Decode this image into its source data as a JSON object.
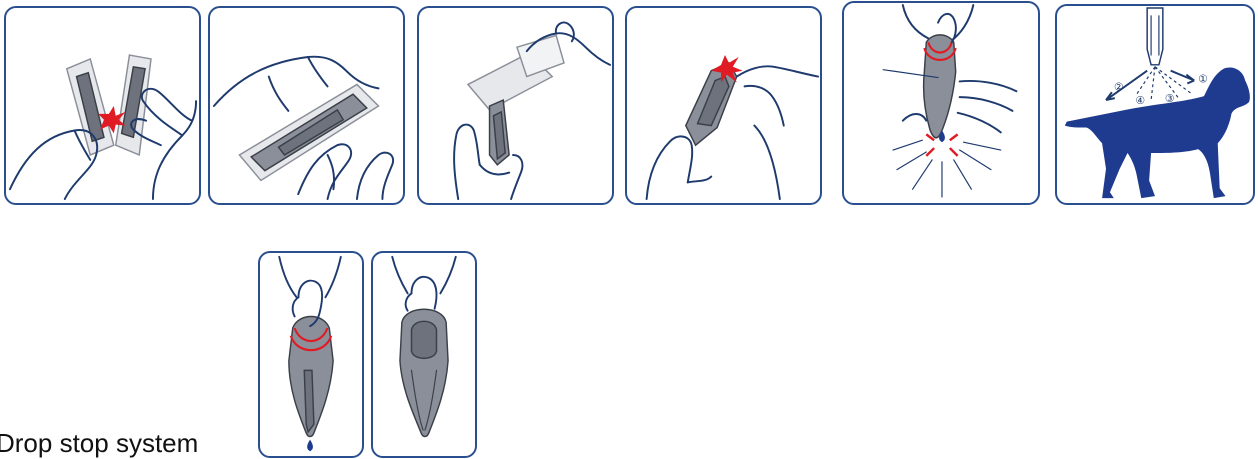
{
  "caption": "Drop stop system",
  "steps": [
    {
      "id": "step-1",
      "illustration": "hands-separating-pipettes-icon"
    },
    {
      "id": "step-2",
      "illustration": "hands-holding-blister-icon"
    },
    {
      "id": "step-3",
      "illustration": "peeling-blister-pack-icon"
    },
    {
      "id": "step-4",
      "illustration": "snapping-pipette-tip-icon"
    },
    {
      "id": "step-5",
      "illustration": "applying-pipette-to-fur-icon"
    },
    {
      "id": "step-6",
      "illustration": "dog-application-spots-icon"
    }
  ],
  "dog_spots": [
    "①",
    "②",
    "③",
    "④"
  ],
  "drop_stop_panels": [
    {
      "id": "drop-stop-squeeze",
      "illustration": "pipette-squeeze-drop-icon"
    },
    {
      "id": "drop-stop-release",
      "illustration": "pipette-release-icon"
    }
  ],
  "colors": {
    "border": "#2a4f8f",
    "accent_red": "#e01b24",
    "dog_blue": "#1f3b8f",
    "pipette_grey": "#8a8f99"
  }
}
